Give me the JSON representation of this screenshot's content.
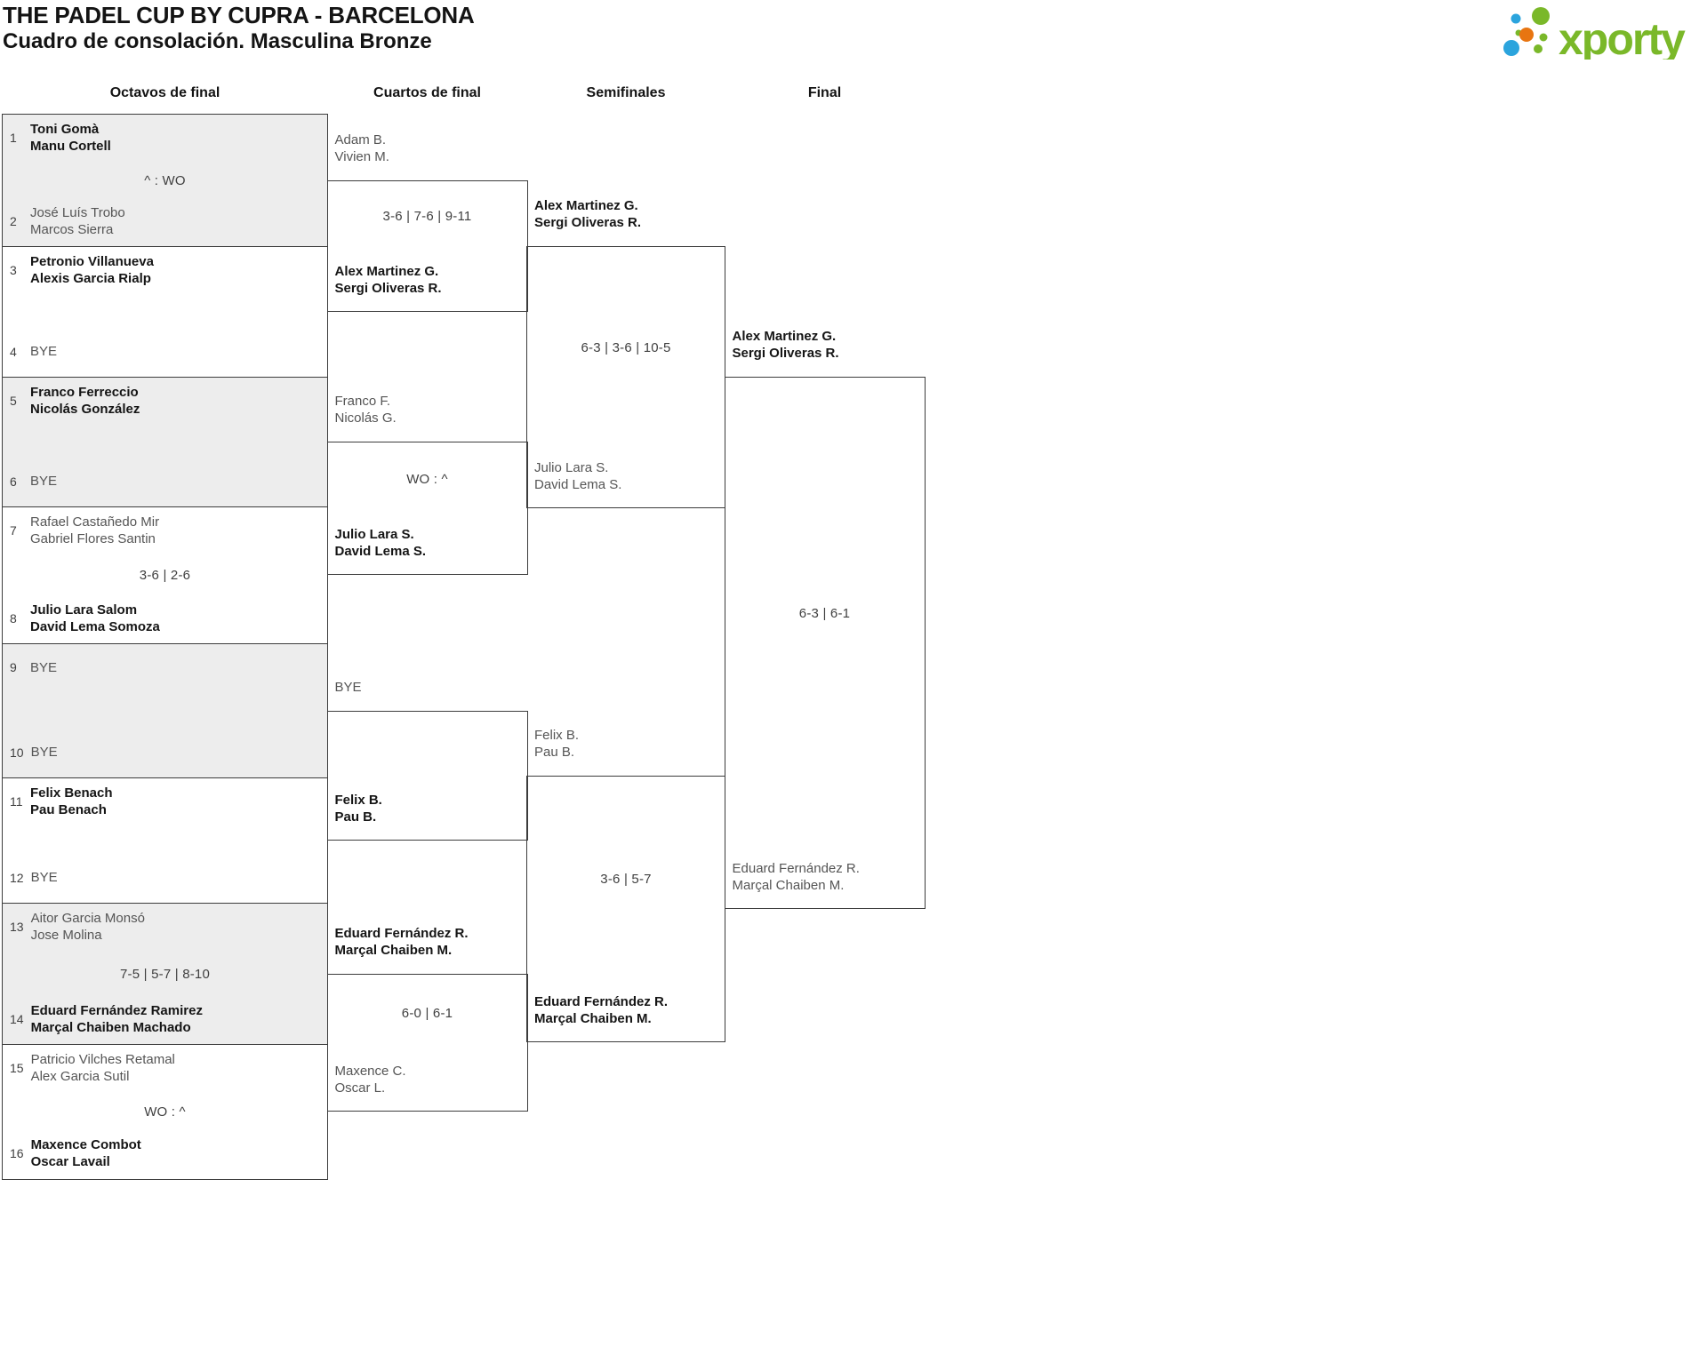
{
  "page": {
    "title": "THE PADEL CUP BY CUPRA - BARCELONA",
    "subtitle": "Cuadro de consolación. Masculina Bronze"
  },
  "logo": {
    "brand": "xporty",
    "green": "#7ab829",
    "blue": "#2ba4dd",
    "orange": "#e87511"
  },
  "rounds": [
    "Octavos de final",
    "Cuartos de final",
    "Semifinales",
    "Final"
  ],
  "bracket": {
    "round16": [
      {
        "seed_top": "1",
        "top": [
          "Toni Gomà",
          "Manu Cortell"
        ],
        "top_winner": true,
        "score": "^ : WO",
        "seed_bottom": "2",
        "bottom": [
          "José Luís Trobo",
          "Marcos Sierra"
        ],
        "bottom_winner": false,
        "shaded": true
      },
      {
        "seed_top": "3",
        "top": [
          "Petronio Villanueva",
          "Alexis Garcia Rialp"
        ],
        "top_winner": true,
        "score": "",
        "seed_bottom": "4",
        "bottom": [
          "BYE"
        ],
        "bottom_winner": false,
        "shaded": false
      },
      {
        "seed_top": "5",
        "top": [
          "Franco Ferreccio",
          "Nicolás González"
        ],
        "top_winner": true,
        "score": "",
        "seed_bottom": "6",
        "bottom": [
          "BYE"
        ],
        "bottom_winner": false,
        "shaded": true
      },
      {
        "seed_top": "7",
        "top": [
          "Rafael Castañedo Mir",
          "Gabriel Flores Santin"
        ],
        "top_winner": false,
        "score": "3-6 | 2-6",
        "seed_bottom": "8",
        "bottom": [
          "Julio Lara Salom",
          "David Lema Somoza"
        ],
        "bottom_winner": true,
        "shaded": false
      },
      {
        "seed_top": "9",
        "top": [
          "BYE"
        ],
        "top_winner": false,
        "score": "",
        "seed_bottom": "10",
        "bottom": [
          "BYE"
        ],
        "bottom_winner": false,
        "shaded": true
      },
      {
        "seed_top": "11",
        "top": [
          "Felix Benach",
          "Pau Benach"
        ],
        "top_winner": true,
        "score": "",
        "seed_bottom": "12",
        "bottom": [
          "BYE"
        ],
        "bottom_winner": false,
        "shaded": false
      },
      {
        "seed_top": "13",
        "top": [
          "Aitor Garcia Monsó",
          "Jose Molina"
        ],
        "top_winner": false,
        "score": "7-5 | 5-7 | 8-10",
        "seed_bottom": "14",
        "bottom": [
          "Eduard Fernández Ramirez",
          "Marçal Chaiben Machado"
        ],
        "bottom_winner": true,
        "shaded": true
      },
      {
        "seed_top": "15",
        "top": [
          "Patricio Vilches Retamal",
          "Alex Garcia Sutil"
        ],
        "top_winner": false,
        "score": "WO : ^",
        "seed_bottom": "16",
        "bottom": [
          "Maxence Combot",
          "Oscar Lavail"
        ],
        "bottom_winner": true,
        "shaded": false
      }
    ],
    "quarterfinals": [
      {
        "top": [
          "Adam B.",
          "Vivien M."
        ],
        "top_winner": false,
        "score": "3-6 | 7-6 | 9-11",
        "bottom": [
          "Alex Martinez G.",
          "Sergi Oliveras R."
        ],
        "bottom_winner": true
      },
      {
        "top": [
          "Franco F.",
          "Nicolás G."
        ],
        "top_winner": false,
        "score": "WO : ^",
        "bottom": [
          "Julio Lara S.",
          "David Lema S."
        ],
        "bottom_winner": true
      },
      {
        "top": [
          "BYE"
        ],
        "top_winner": false,
        "score": "",
        "bottom": [
          "Felix B.",
          "Pau B."
        ],
        "bottom_winner": true
      },
      {
        "top": [
          "Eduard Fernández R.",
          "Marçal Chaiben M."
        ],
        "top_winner": true,
        "score": "6-0 | 6-1",
        "bottom": [
          "Maxence C.",
          "Oscar L."
        ],
        "bottom_winner": false
      }
    ],
    "semifinals": [
      {
        "top": [
          "Alex Martinez G.",
          "Sergi Oliveras R."
        ],
        "top_winner": true,
        "score": "6-3 | 3-6 | 10-5",
        "bottom": [
          "Julio Lara S.",
          "David Lema S."
        ],
        "bottom_winner": false
      },
      {
        "top": [
          "Felix B.",
          "Pau B."
        ],
        "top_winner": false,
        "score": "3-6 | 5-7",
        "bottom": [
          "Eduard Fernández R.",
          "Marçal Chaiben M."
        ],
        "bottom_winner": true
      }
    ],
    "final": [
      {
        "top": [
          "Alex Martinez G.",
          "Sergi Oliveras R."
        ],
        "top_winner": true,
        "score": "6-3 | 6-1",
        "bottom": [
          "Eduard Fernández R.",
          "Marçal Chaiben M."
        ],
        "bottom_winner": false
      }
    ]
  }
}
